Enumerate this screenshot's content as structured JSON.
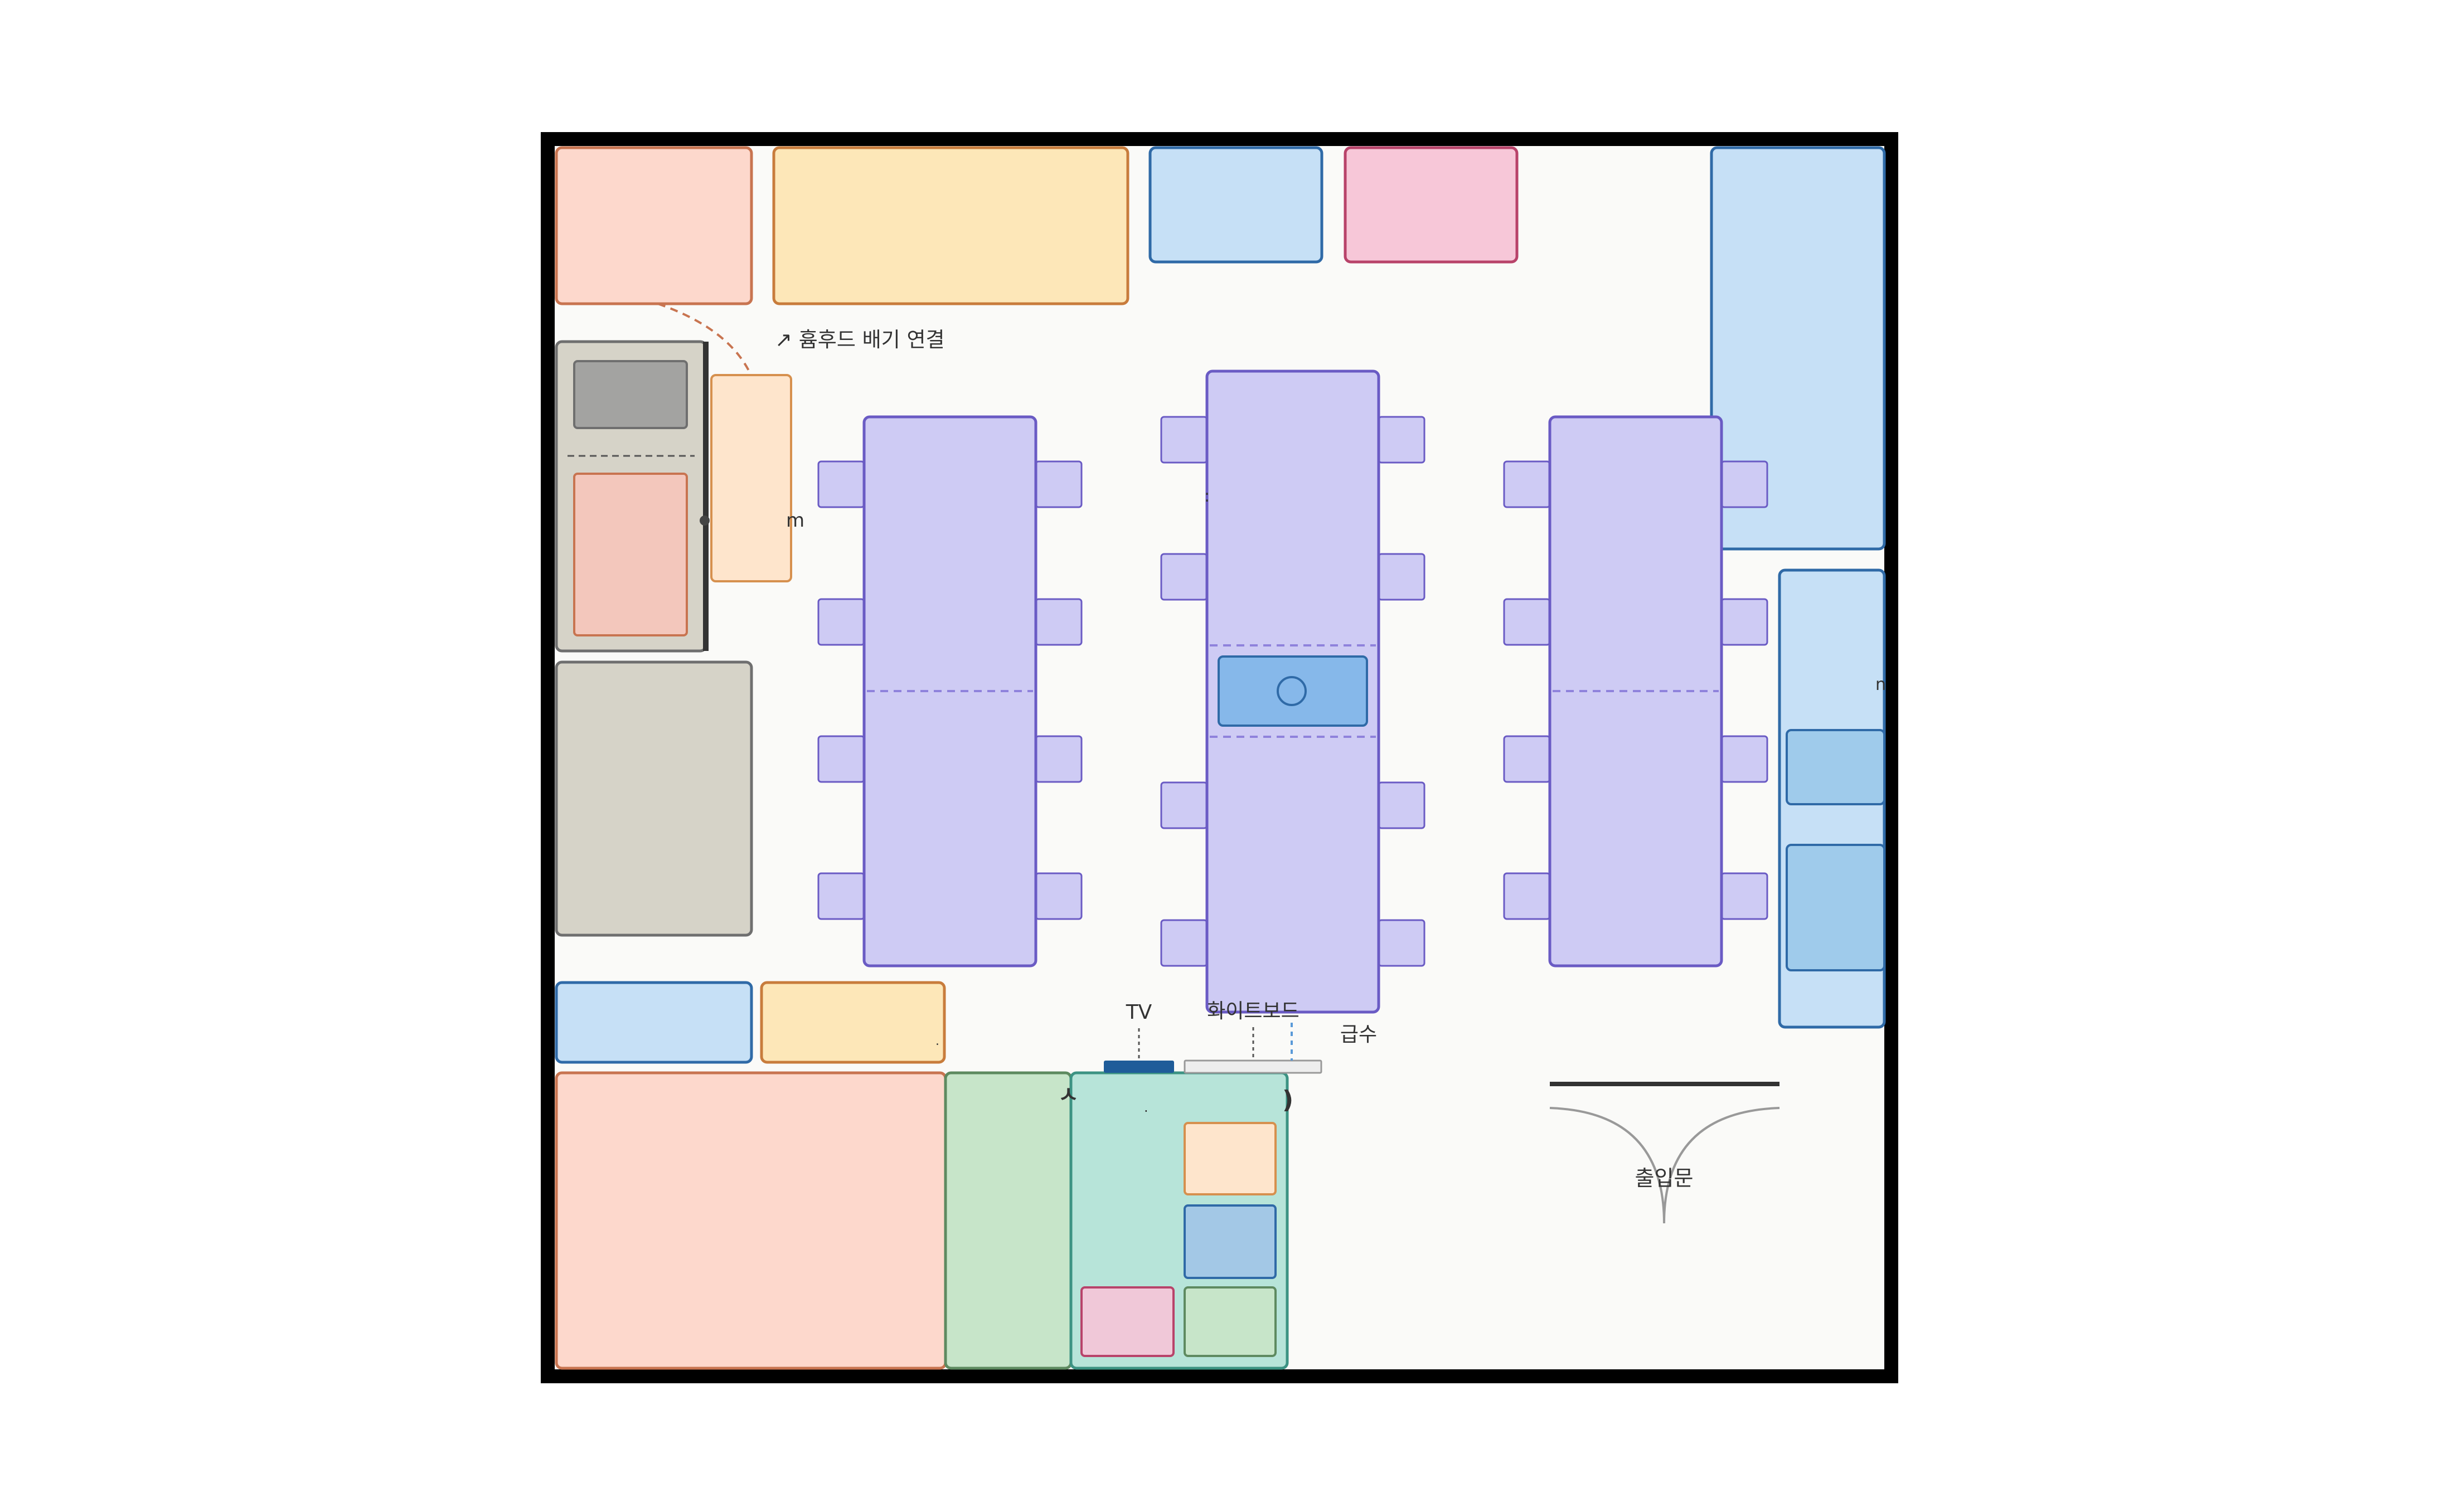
{
  "labels": {
    "hood_exhaust": "↗ 흄후드 배기 연결",
    "tv": "TV",
    "whiteboard": "화이트보드",
    "water_supply": "급수",
    "entrance": "출입문",
    "fragment_m": "m",
    "fragment_colon": ":",
    "fragment_comma": ".",
    "fragment_s": "ㅅ",
    "fragment_paren": ")",
    "fragment_n": "n"
  },
  "colors": {
    "wall": "#000000",
    "floor": "#fafaf8",
    "salmon_fill": "#fdd8cc",
    "salmon_stroke": "#c87450",
    "yellow_fill": "#fde7b8",
    "yellow_stroke": "#c87c3c",
    "blue_fill": "#c6e0f6",
    "blue_stroke": "#2f6aa7",
    "pink_fill": "#f7c7d8",
    "pink_stroke": "#b8436a",
    "gray_fill": "#d6d3c8",
    "gray_stroke": "#6f6f6f",
    "lavender_fill": "#cecbf4",
    "lavender_stroke": "#6a5bc4",
    "green_fill": "#c7e5c9",
    "green_stroke": "#5e8a60",
    "teal_fill": "#b7e4d9",
    "teal_stroke": "#3c9383",
    "peach_fill": "#fee5cc",
    "peach_stroke": "#d6904e",
    "sink_fill": "#86b8ea",
    "sink_stroke": "#2f6aa7",
    "navy": "#1f5c99"
  },
  "icons": [
    "door-swing-icon",
    "sink-drain-icon",
    "tv-icon",
    "whiteboard-icon"
  ]
}
